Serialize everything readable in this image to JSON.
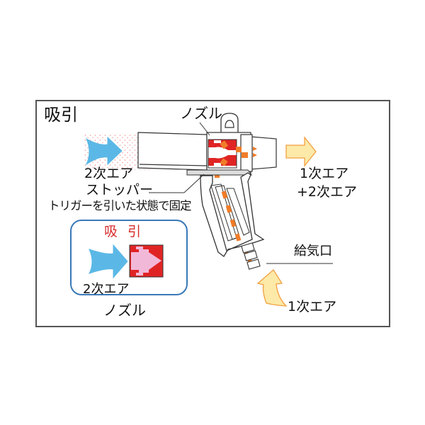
{
  "diagram": {
    "title": "吸引",
    "labels": {
      "nozzle": "ノズル",
      "secondary_air": "2次エア",
      "stopper": "ストッパー",
      "trigger_lock": "トリガーを引いた状態で固定",
      "primary_plus_secondary_line1": "1次エア",
      "primary_plus_secondary_line2": "+2次エア",
      "air_inlet": "給気口",
      "primary_air": "1次エア"
    },
    "inset": {
      "title": "吸引",
      "air_label": "2次エア",
      "caption": "ノズル"
    },
    "colors": {
      "frame": "#555555",
      "secondary_air_arrow": "#5bb8e6",
      "primary_air_arrow": "#fde9a8",
      "arrow_outline": "#f2a040",
      "nozzle_red": "#e02424",
      "flow_orange": "#f07c28",
      "inset_border": "#3a78b8",
      "inset_title": "#d62b2b",
      "nozzle_inner_pink": "#f2b8d8",
      "mist_dots": "#f08080"
    }
  }
}
